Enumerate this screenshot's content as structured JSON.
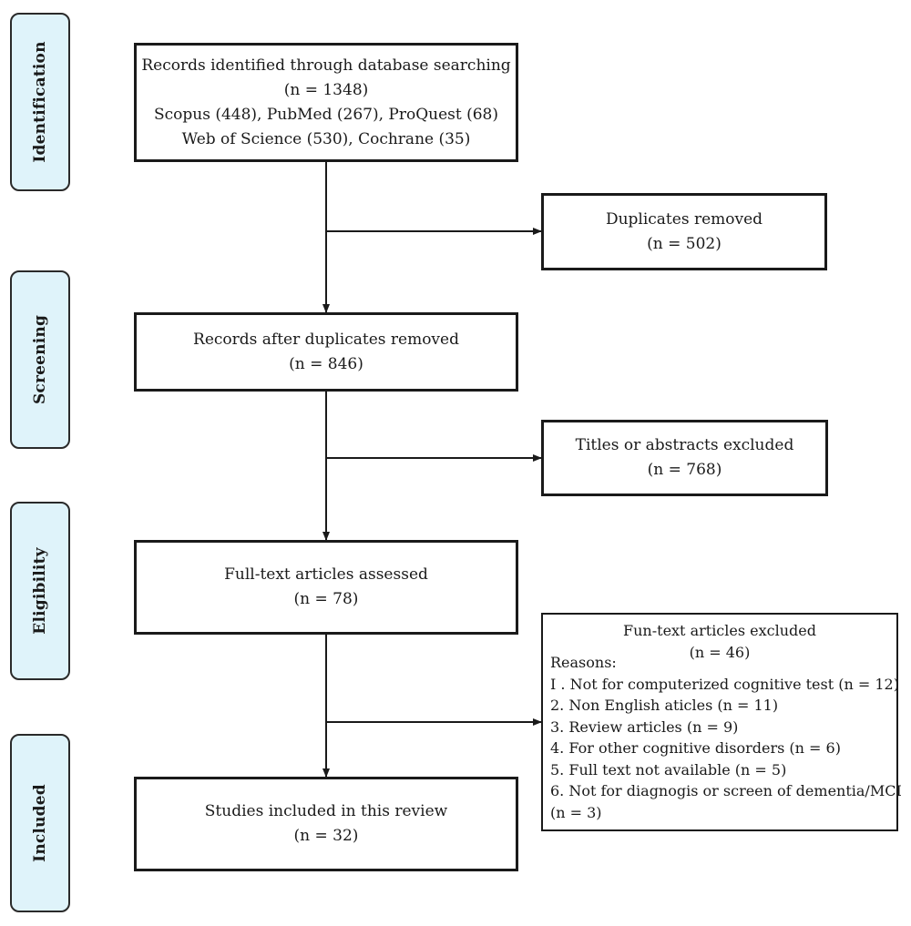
{
  "stages": {
    "identification": "Identification",
    "screening": "Screening",
    "eligibility": "Eligibility",
    "included": "Included"
  },
  "records_identified": {
    "title": "Records identified through database searching",
    "count": "(n = 1348)",
    "sources_line1": "Scopus (448), PubMed (267), ProQuest (68)",
    "sources_line2": "Web of Science (530), Cochrane (35)"
  },
  "duplicates_removed": {
    "title": "Duplicates removed",
    "count": "(n = 502)"
  },
  "records_after_duplicates": {
    "title": "Records after duplicates removed",
    "count": "(n = 846)"
  },
  "titles_excluded": {
    "title": "Titles or abstracts excluded",
    "count": "(n = 768)"
  },
  "full_text_assessed": {
    "title": "Full-text articles assessed",
    "count": "(n = 78)"
  },
  "full_text_excluded": {
    "title": "Fun-text articles excluded",
    "count": "(n = 46)",
    "reasons_label": "Reasons:",
    "reasons": [
      "I . Not for computerized cognitive test (n = 12)",
      "2. Non English aticles (n = 11)",
      "3. Review articles (n = 9)",
      "4. For other cognitive disorders (n = 6)",
      "5. Full text not available (n = 5)",
      "6. Not for diagnogis or screen of dementia/MCI",
      "(n = 3)"
    ]
  },
  "studies_included": {
    "title": "Studies included in this review",
    "count": "(n  = 32)"
  }
}
